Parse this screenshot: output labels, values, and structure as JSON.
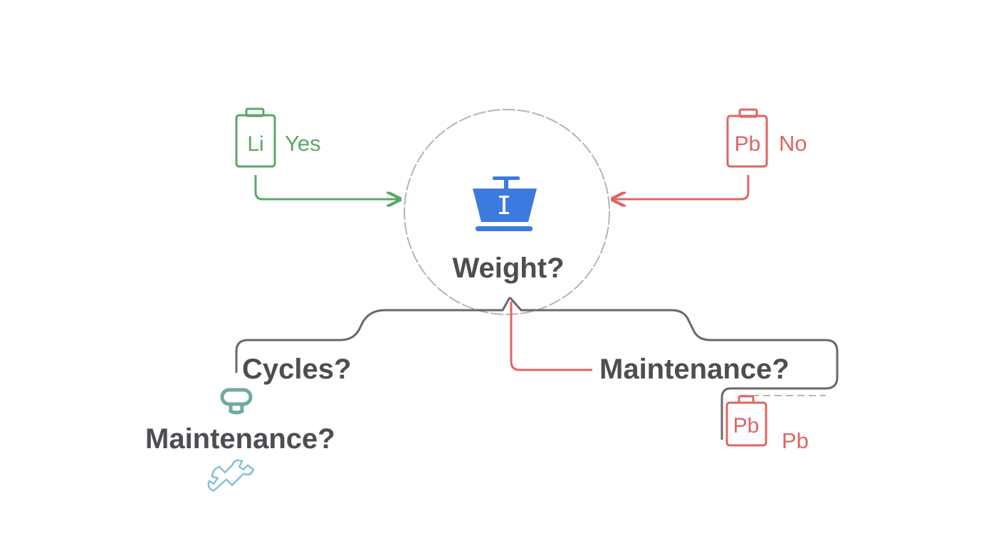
{
  "diagram": {
    "center": {
      "question": "Weight?",
      "icon": "basket-weight-icon"
    },
    "left_branch": {
      "battery_label": "Li",
      "answer": "Yes",
      "color": "#5aa866"
    },
    "right_branch": {
      "battery_label": "Pb",
      "answer": "No",
      "color": "#e06464"
    },
    "bottom_left": {
      "question_1": "Cycles?",
      "question_2": "Maintenance?",
      "icons": [
        "ring-icon",
        "wrench-icon"
      ]
    },
    "bottom_right": {
      "question": "Maintenance?",
      "battery_label": "Pb",
      "answer": "Pb",
      "color": "#e06464"
    },
    "colors": {
      "connector": "#6e6668",
      "circle": "#b8b4ae",
      "accent_blue": "#3d7ae0",
      "teal": "#6faaa3",
      "wrench": "#86c0d6"
    }
  }
}
